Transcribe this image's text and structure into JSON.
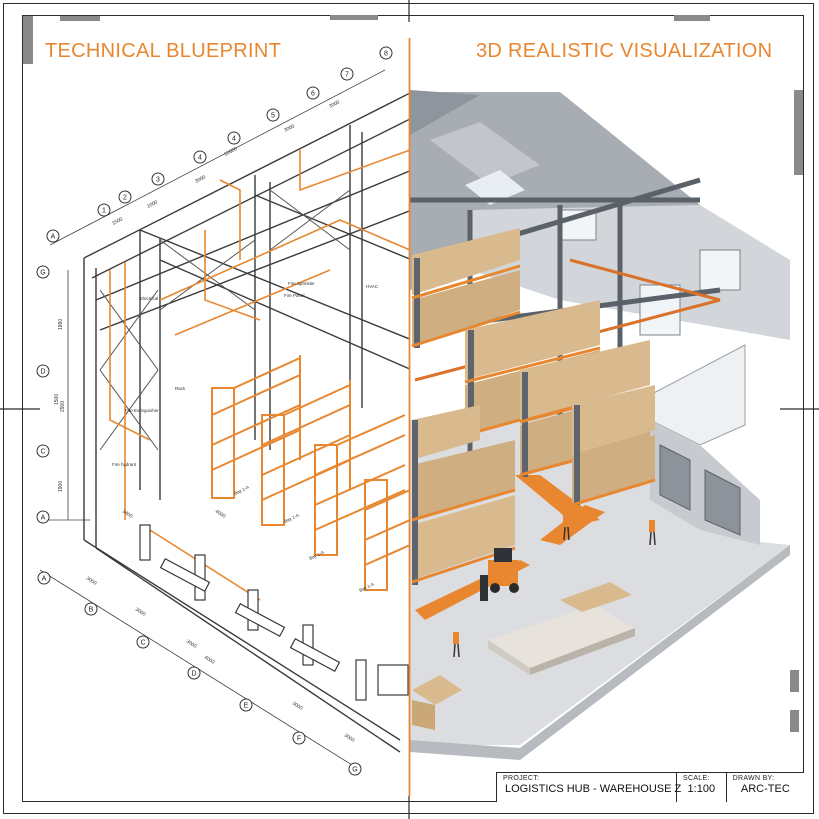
{
  "headings": {
    "left": "TECHNICAL BLUEPRINT",
    "right": "3D REALISTIC VISUALIZATION"
  },
  "grid_bubbles": {
    "top_numbers": [
      "1",
      "2",
      "3",
      "4",
      "4",
      "5",
      "6",
      "7",
      "8"
    ],
    "left_letters": [
      "A",
      "G",
      "D",
      "C",
      "A"
    ],
    "bottom_letters": [
      "A",
      "B",
      "C",
      "D",
      "E",
      "F",
      "G"
    ]
  },
  "dimensions": {
    "top": [
      "1500",
      "1000",
      "3000",
      "12000",
      "3000",
      "3000"
    ],
    "left": [
      "1880",
      "1500",
      "2900",
      "1900"
    ],
    "bottom": [
      "3000",
      "3000",
      "3000",
      "4000",
      "3000",
      "3000"
    ],
    "inside": [
      "3400",
      "4000"
    ]
  },
  "annotations": [
    "Fire Sprinkler",
    "HVAC",
    "Fire Panel",
    "Electrical",
    "Fire Extinguisher",
    "Rack",
    "Fire hydrant",
    "Bay 1-A",
    "Bay 1-A",
    "Bay 1-A",
    "Bay 1-A"
  ],
  "title_block": {
    "project_label": "PROJECT:",
    "project_value": "LOGISTICS HUB - WAREHOUSE Z",
    "scale_label": "SCALE:",
    "scale_value": "1:100",
    "drawn_label": "DRAWN BY:",
    "drawn_value": "ARC-TEC"
  },
  "colors": {
    "accent_orange": "#e8872f",
    "line_dark": "#2b2b2b",
    "steel_gray": "#8a9098",
    "box_tan": "#d9b98e",
    "floor_gray": "#dcdde0"
  }
}
